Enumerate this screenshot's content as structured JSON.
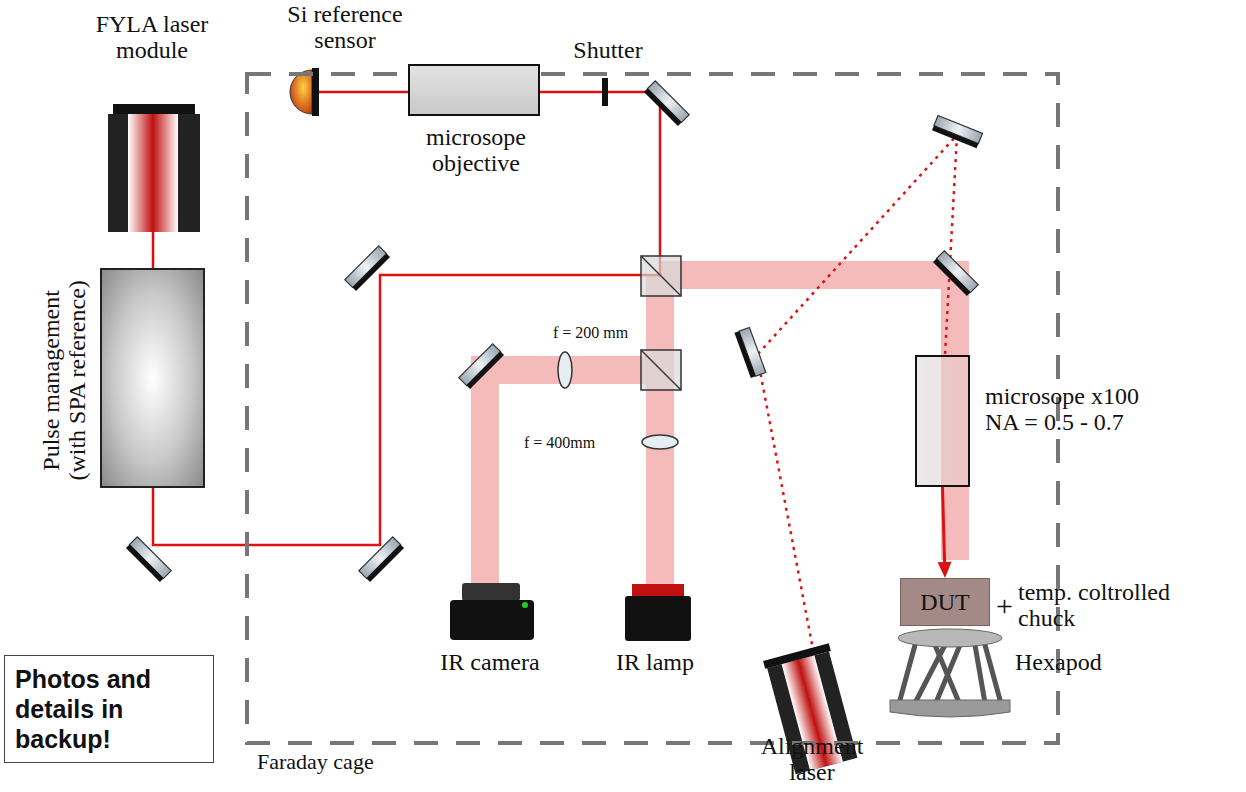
{
  "diagram": {
    "nodes": [
      {
        "text": [
          "Faraday cage"
        ]
      },
      {
        "text": [
          "Pulse management (with SPA reference)"
        ]
      },
      {
        "text": [
          "microsope objective"
        ],
        "in": 0
      },
      {
        "text": [
          "microsope x100 NA = 0.5 - 0.7"
        ],
        "in": 0
      },
      {
        "text": [
          "DUT"
        ],
        "in": 0
      },
      {
        "text": [
          "Photos and details in backup!"
        ]
      }
    ],
    "edges": [
      {
        "from": 3,
        "to": 4,
        "arrow": "to"
      }
    ],
    "labels": [
      "FYLA laser module",
      "Si reference sensor",
      "Shutter",
      "f = 200 mm",
      "f = 400mm",
      "IR camera",
      "IR lamp",
      "Alignment laser",
      "+",
      "temp. coltrolled chuck",
      "Hexapod"
    ]
  }
}
